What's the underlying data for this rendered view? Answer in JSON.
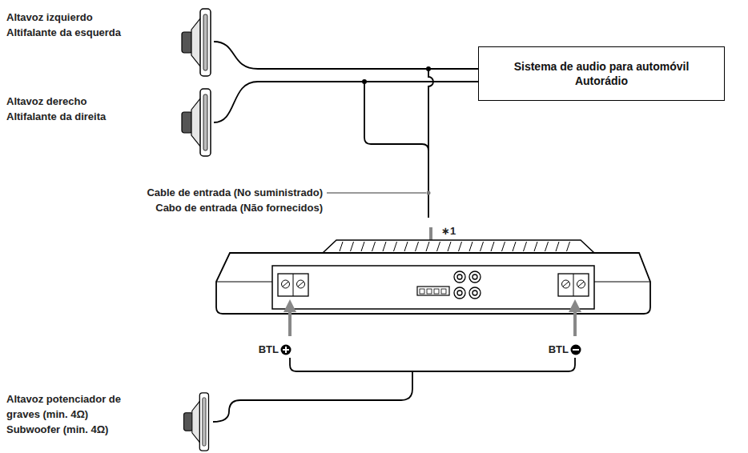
{
  "diagram": {
    "nodes": [
      {
        "text": [
          "Altavoz izquierdo",
          "Altifalante da esquerda"
        ]
      },
      {
        "text": [
          "Sistema de audio para automóvil",
          "Autorádio"
        ]
      },
      {
        "text": [
          "Altavoz derecho",
          "Altifalante da direita"
        ]
      },
      {
        "text": [
          "Altavoz potenciador de graves (min. 4Ω)",
          "Subwoofer (min. 4Ω)"
        ]
      }
    ],
    "edges": [
      {
        "from": 0,
        "to": 1,
        "arrow": "none"
      },
      {
        "from": 2,
        "to": 1,
        "arrow": "none"
      }
    ],
    "labels": [
      "Cable de entrada (No suministrado)",
      "Cabo de entrada (Não fornecidos)",
      "∗1",
      "BTL",
      "BTL"
    ]
  }
}
